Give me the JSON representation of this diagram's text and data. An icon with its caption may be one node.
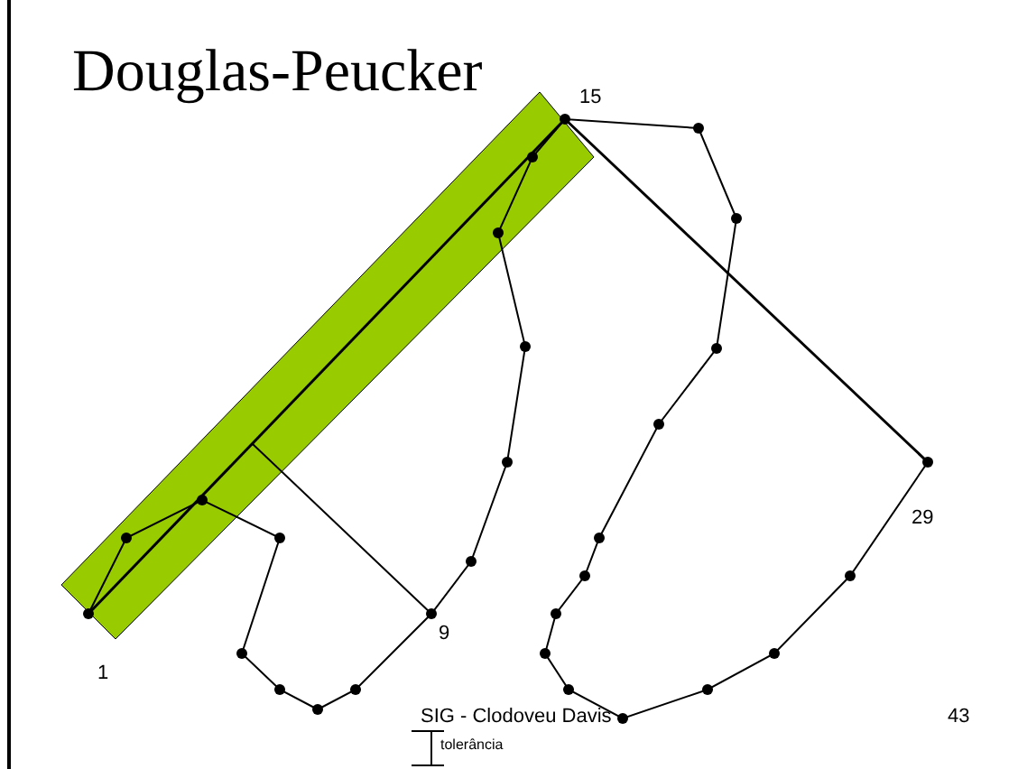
{
  "diagram": {
    "title": "Douglas-Peucker",
    "labels": [
      "15",
      "29",
      "9",
      "1",
      "SIG - Clodoveu Davis",
      "43",
      "tolerância"
    ]
  }
}
